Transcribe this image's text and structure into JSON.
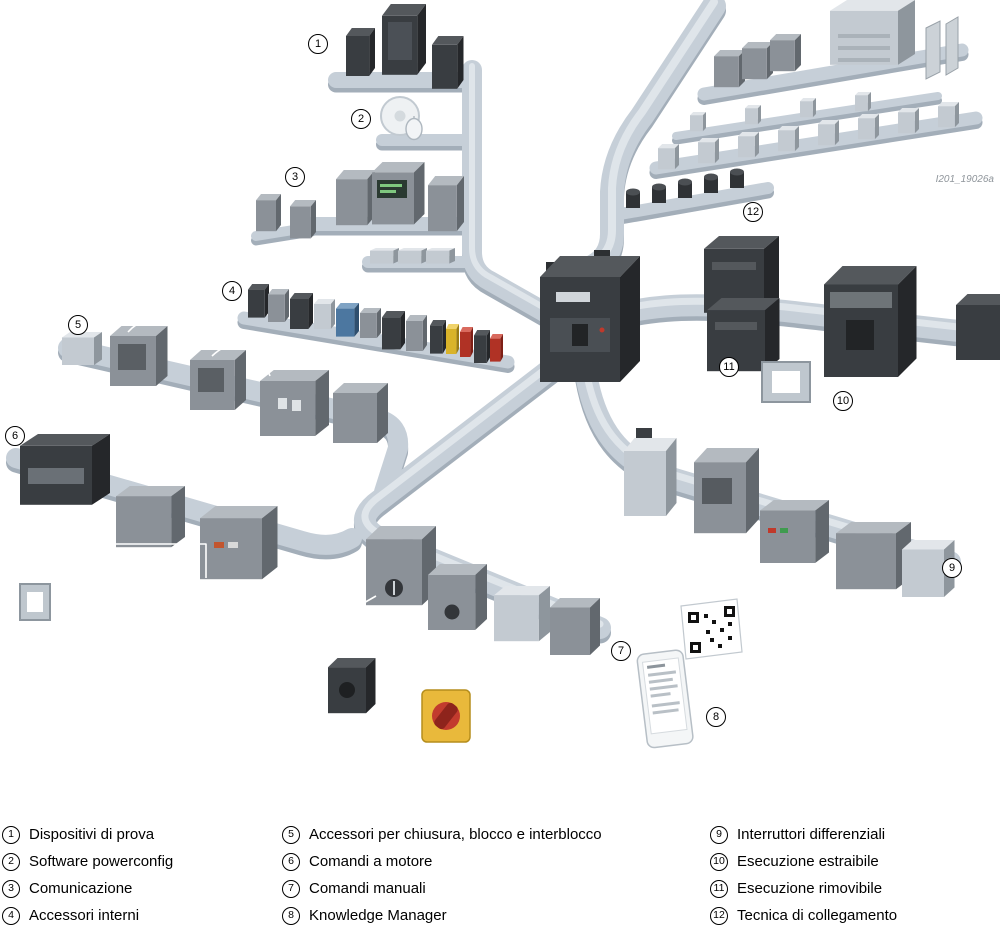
{
  "figure": {
    "watermark": "I201_19026a"
  },
  "callouts": [
    "1",
    "2",
    "3",
    "4",
    "5",
    "6",
    "7",
    "8",
    "9",
    "10",
    "11",
    "12"
  ],
  "legend": {
    "col1": [
      {
        "num": "1",
        "label": "Dispositivi di prova"
      },
      {
        "num": "2",
        "label": "Software powerconfig"
      },
      {
        "num": "3",
        "label": "Comunicazione"
      },
      {
        "num": "4",
        "label": "Accessori interni"
      }
    ],
    "col2": [
      {
        "num": "5",
        "label": "Accessori per chiusura, blocco e interblocco"
      },
      {
        "num": "6",
        "label": "Comandi a motore"
      },
      {
        "num": "7",
        "label": "Comandi manuali"
      },
      {
        "num": "8",
        "label": "Knowledge Manager"
      }
    ],
    "col3": [
      {
        "num": "9",
        "label": "Interruttori differenziali"
      },
      {
        "num": "10",
        "label": "Esecuzione estraibile"
      },
      {
        "num": "11",
        "label": "Esecuzione rimovibile"
      },
      {
        "num": "12",
        "label": "Tecnica di collegamento"
      }
    ]
  },
  "colors": {
    "rail": "#c6cfd8",
    "rail_shadow": "#a3aeb9",
    "component_dark": "#393d41",
    "component_gray": "#8b9198",
    "component_light": "#c3cad1",
    "accent_red": "#c23b2e",
    "accent_yellow": "#e9b93b",
    "accent_blue": "#4c77a0"
  }
}
